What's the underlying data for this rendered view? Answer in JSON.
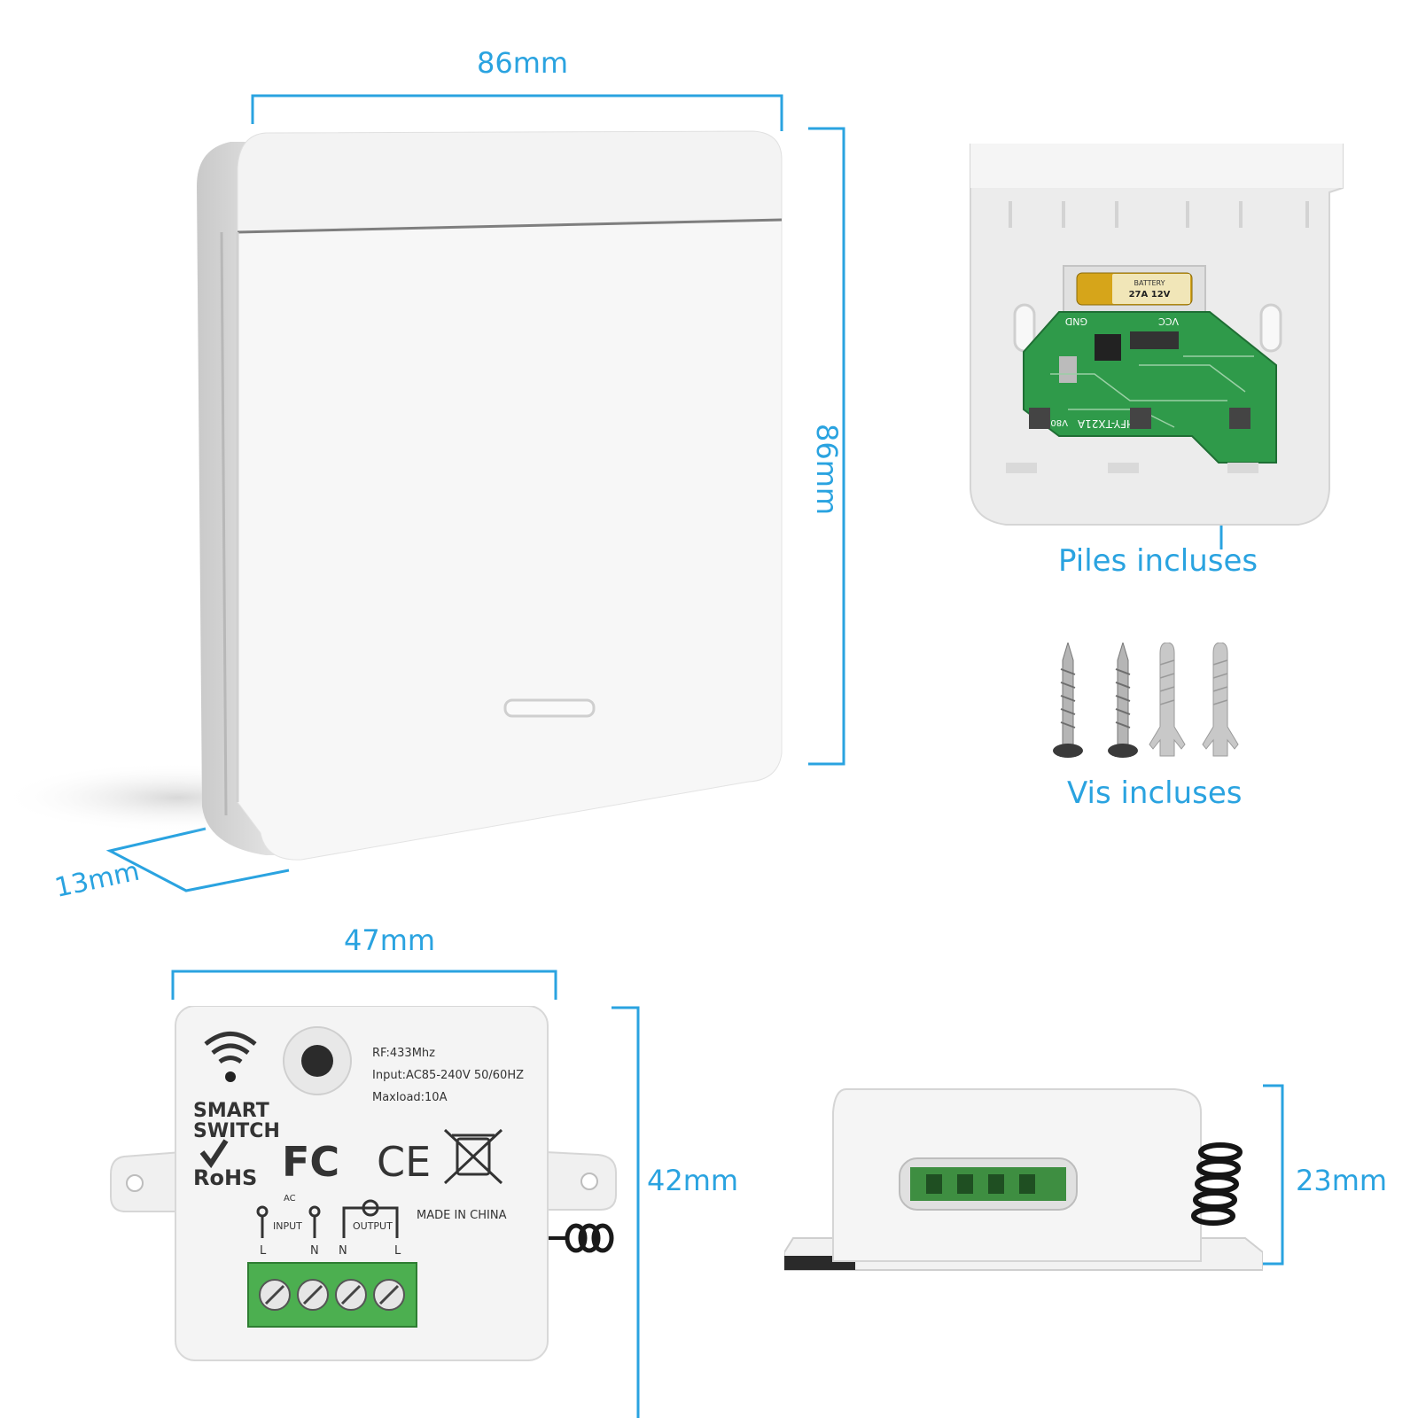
{
  "dimensions": {
    "switch_width": "86mm",
    "switch_height": "86mm",
    "switch_depth": "13mm",
    "receiver_width": "47mm",
    "receiver_height": "42mm",
    "receiver_side_height": "23mm"
  },
  "callouts": {
    "batteries": "Piles incluses",
    "screws": "Vis incluses"
  },
  "battery": {
    "label": "BATTERY",
    "model": "27A 12V"
  },
  "pcb": {
    "gnd": "GND",
    "vcc": "VCC",
    "model": "HFY-TX21A",
    "version": "V80"
  },
  "receiver": {
    "brand_line1": "SMART",
    "brand_line2": "SWITCH",
    "rf": "RF:433Mhz",
    "input": "Input:AC85-240V 50/60HZ",
    "maxload": "Maxload:10A",
    "rohs": "RoHS",
    "fc": "FC",
    "ce": "CE",
    "ac": "AC",
    "input_label": "INPUT",
    "output_label": "OUTPUT",
    "made_in": "MADE IN CHINA",
    "terminal_l1": "L",
    "terminal_n1": "N",
    "terminal_n2": "N",
    "terminal_l2": "L"
  },
  "colors": {
    "accent": "#2aa3e0",
    "pcb_green": "#2f9a4a",
    "terminal_green": "#4caf50",
    "shell_white": "#f7f7f7",
    "shell_grey": "#d9d9d9"
  }
}
